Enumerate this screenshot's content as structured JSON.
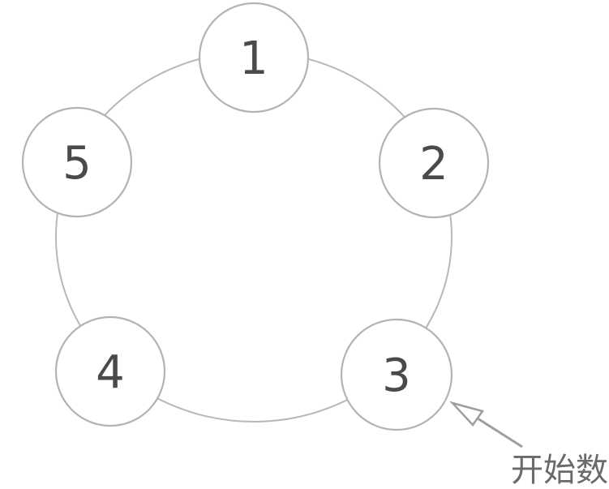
{
  "diagram": {
    "type": "circular-counting-ring",
    "description_visible_elements": "five numbered circles joined by a large ring, arrow pointing to node 3",
    "nodes": [
      {
        "label": "1"
      },
      {
        "label": "2"
      },
      {
        "label": "3"
      },
      {
        "label": "4"
      },
      {
        "label": "5"
      }
    ],
    "annotation": {
      "text": "开始数",
      "points_to_node": "3"
    },
    "colors": {
      "background": "#ffffff",
      "ring_stroke": "#b8b8b8",
      "node_stroke": "#b3b3b3",
      "node_fill": "#ffffff",
      "node_number_text": "#4a4a4a",
      "arrow": "#9e9e9e",
      "annotation_text": "#6a6a6a"
    }
  }
}
